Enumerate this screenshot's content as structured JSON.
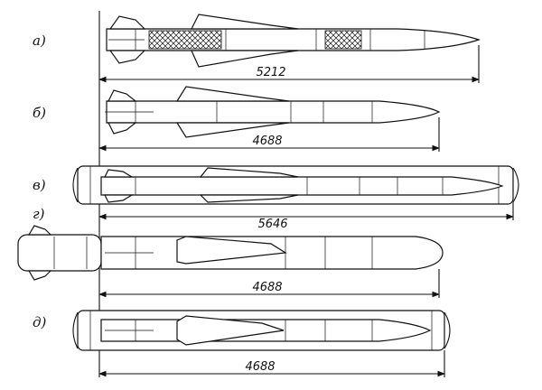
{
  "variants": [
    {
      "label": "а)",
      "length": "5212"
    },
    {
      "label": "б)",
      "length": "4688"
    },
    {
      "label": "в)",
      "length": "5646"
    },
    {
      "label": "г)",
      "length": "4688"
    },
    {
      "label": "д)",
      "length": "4688"
    }
  ]
}
